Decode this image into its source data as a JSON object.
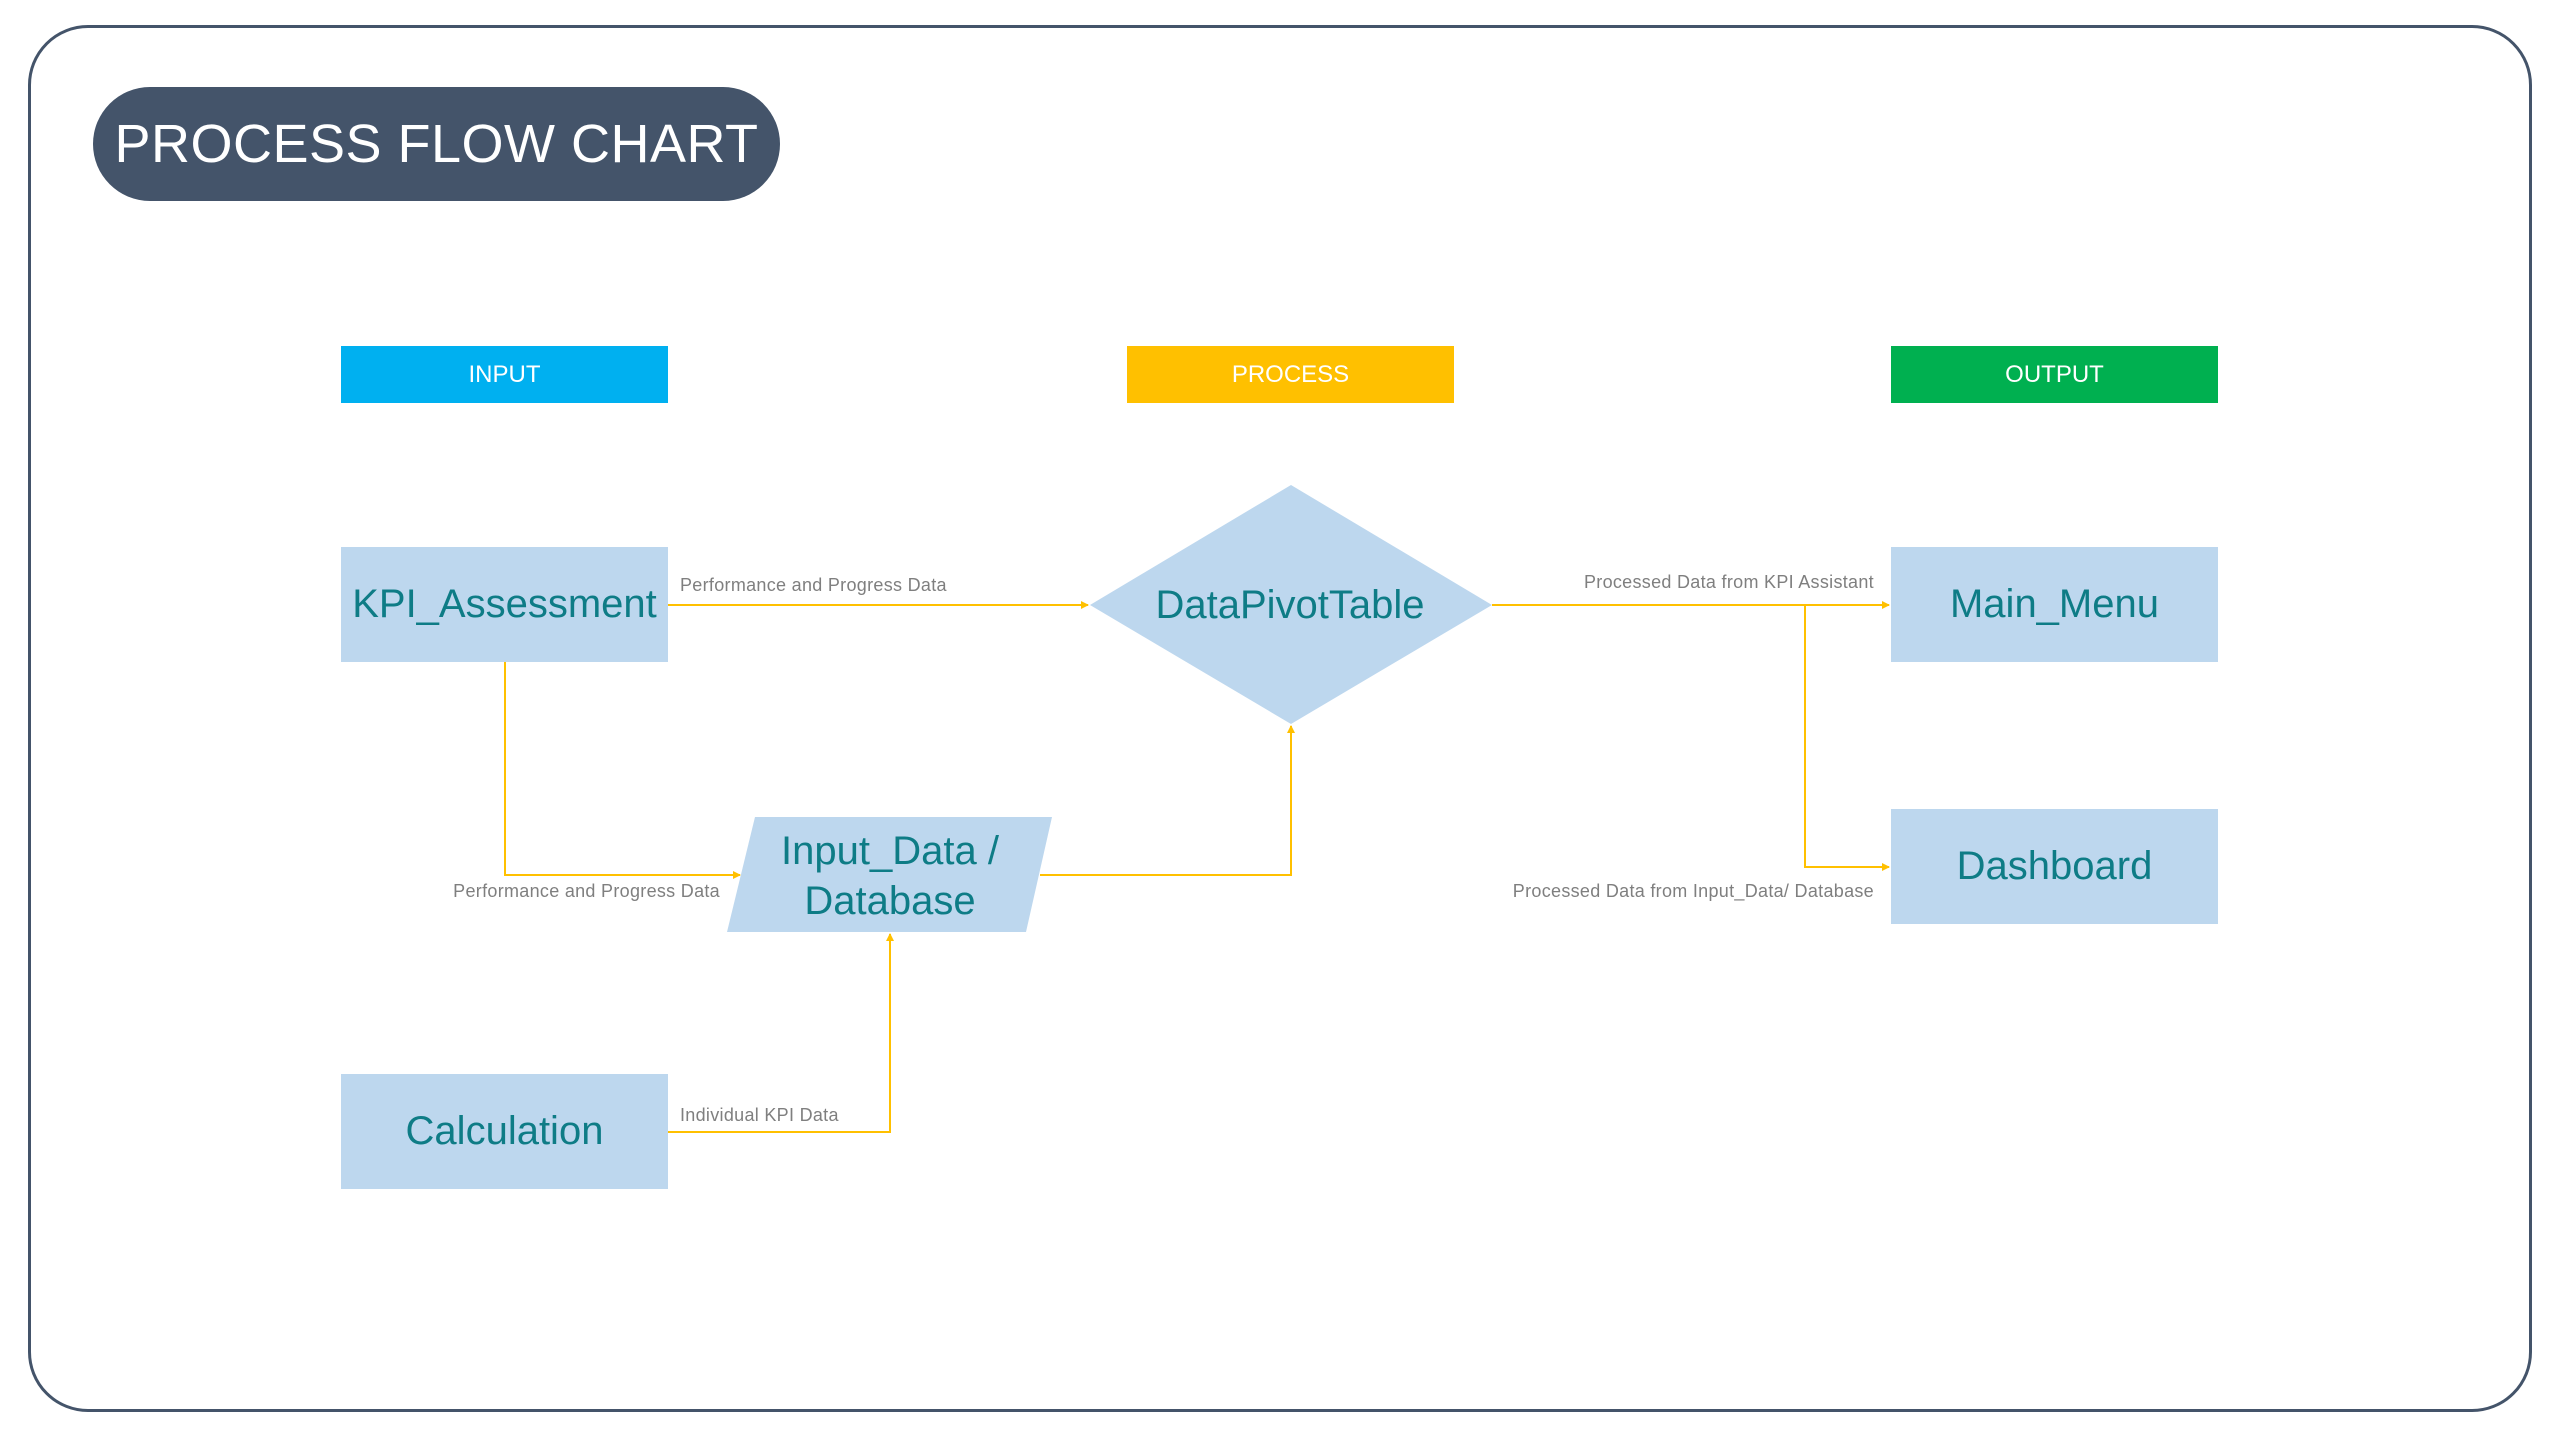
{
  "title": "PROCESS FLOW CHART",
  "headers": {
    "input": "INPUT",
    "process": "PROCESS",
    "output": "OUTPUT"
  },
  "nodes": {
    "kpi_assessment": "KPI_Assessment",
    "calculation": "Calculation",
    "input_data_line1": "Input_Data /",
    "input_data_line2": "Database",
    "data_pivot_table": "DataPivotTable",
    "main_menu": "Main_Menu",
    "dashboard": "Dashboard"
  },
  "edges": {
    "kpi_to_pivot": "Performance and Progress Data",
    "kpi_to_input_data": "Performance and Progress Data",
    "calc_to_input_data": "Individual KPI Data",
    "pivot_to_main_menu": "Processed Data from KPI Assistant",
    "pivot_to_dashboard": "Processed Data from Input_Data/ Database"
  },
  "colors": {
    "title_bg": "#44546a",
    "input_header": "#00b0f0",
    "process_header": "#ffc000",
    "output_header": "#00b050",
    "node_fill": "#bdd7ee",
    "node_text": "#0e7c86",
    "connector": "#ffc000"
  }
}
